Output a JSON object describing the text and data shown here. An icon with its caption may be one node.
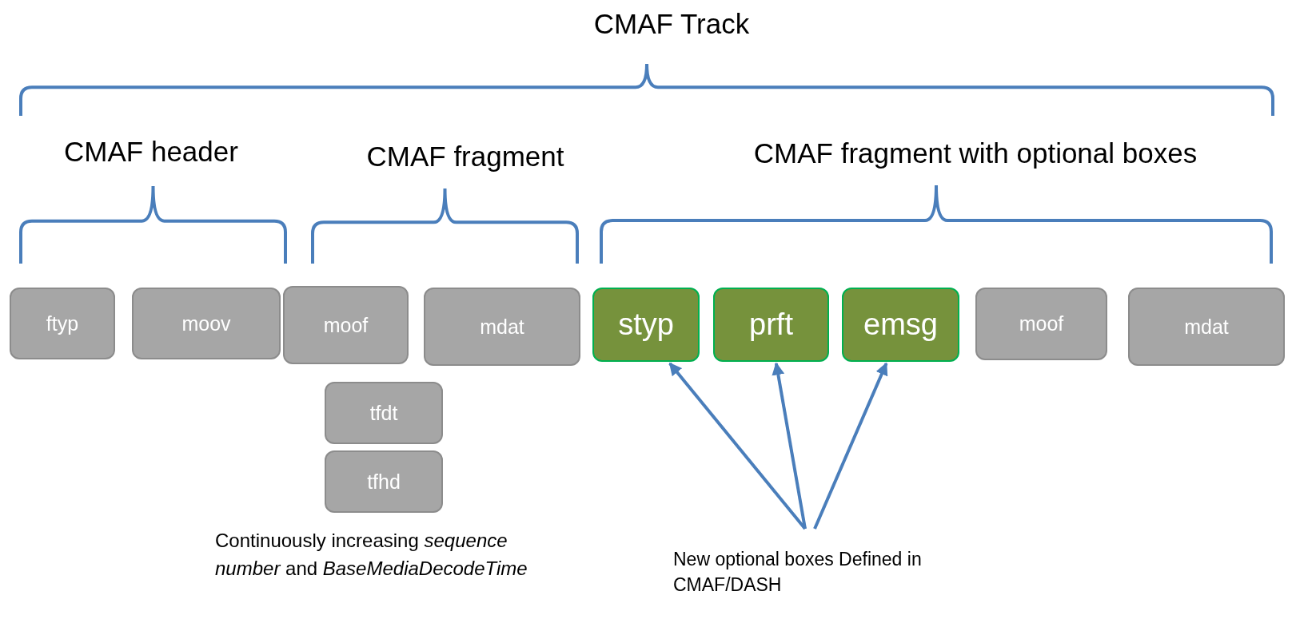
{
  "diagram": {
    "nodes": [
      {
        "text": [
          "ftyp"
        ]
      },
      {
        "text": [
          "moov"
        ]
      },
      {
        "text": [
          "moof"
        ]
      },
      {
        "text": [
          "mdat"
        ]
      },
      {
        "text": [
          "tfdt"
        ]
      },
      {
        "text": [
          "tfhd"
        ]
      },
      {
        "text": [
          "styp"
        ]
      },
      {
        "text": [
          "prft"
        ]
      },
      {
        "text": [
          "emsg"
        ]
      },
      {
        "text": [
          "moof"
        ]
      },
      {
        "text": [
          "mdat"
        ]
      },
      {
        "text": [
          "New optional boxes Defined in CMAF/DASH"
        ]
      }
    ],
    "edges": [
      {
        "from": 11,
        "to": 6,
        "arrow": "to"
      },
      {
        "from": 11,
        "to": 7,
        "arrow": "to"
      },
      {
        "from": 11,
        "to": 8,
        "arrow": "to"
      }
    ],
    "labels": [
      "CMAF Track",
      "CMAF header",
      "CMAF fragment",
      "CMAF fragment with optional boxes",
      "Continuously increasing *sequence number* and *BaseMediaDecodeTime*"
    ]
  }
}
